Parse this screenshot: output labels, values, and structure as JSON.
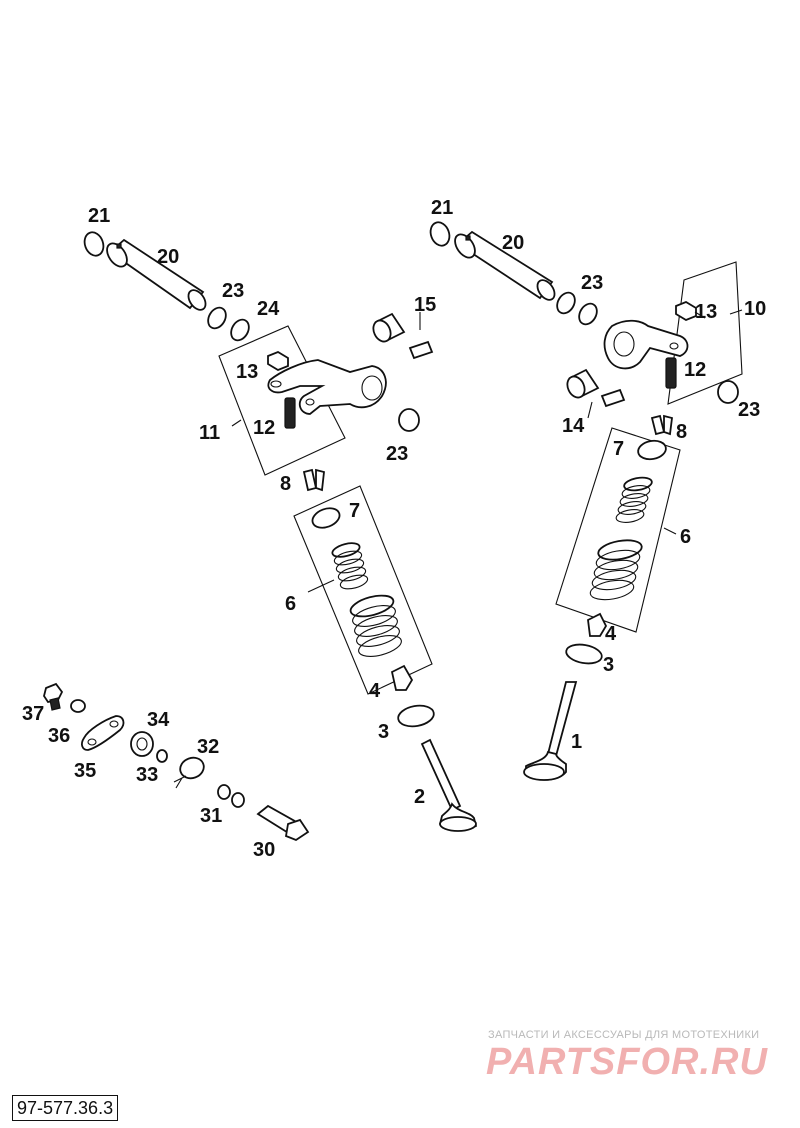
{
  "diagram": {
    "reference_code": "97-577.36.3",
    "watermark": {
      "subtitle": "ЗАПЧАСТИ И АКСЕССУАРЫ ДЛЯ МОТОТЕХНИКИ",
      "brand": "PARTSFOR.RU"
    },
    "callouts": [
      {
        "id": "c21a",
        "text": "21"
      },
      {
        "id": "c20a",
        "text": "20"
      },
      {
        "id": "c23a",
        "text": "23"
      },
      {
        "id": "c24a",
        "text": "24"
      },
      {
        "id": "c15a",
        "text": "15"
      },
      {
        "id": "c13a",
        "text": "13"
      },
      {
        "id": "c11a",
        "text": "11"
      },
      {
        "id": "c12a",
        "text": "12"
      },
      {
        "id": "c23b",
        "text": "23"
      },
      {
        "id": "c8a",
        "text": "8"
      },
      {
        "id": "c7a",
        "text": "7"
      },
      {
        "id": "c6a",
        "text": "6"
      },
      {
        "id": "c4a",
        "text": "4"
      },
      {
        "id": "c3a",
        "text": "3"
      },
      {
        "id": "c2a",
        "text": "2"
      },
      {
        "id": "c21b",
        "text": "21"
      },
      {
        "id": "c20b",
        "text": "20"
      },
      {
        "id": "c23c",
        "text": "23"
      },
      {
        "id": "c13b",
        "text": "13"
      },
      {
        "id": "c10a",
        "text": "10"
      },
      {
        "id": "c12b",
        "text": "12"
      },
      {
        "id": "c23d",
        "text": "23"
      },
      {
        "id": "c14a",
        "text": "14"
      },
      {
        "id": "c8b",
        "text": "8"
      },
      {
        "id": "c7b",
        "text": "7"
      },
      {
        "id": "c6b",
        "text": "6"
      },
      {
        "id": "c4b",
        "text": "4"
      },
      {
        "id": "c3b",
        "text": "3"
      },
      {
        "id": "c1a",
        "text": "1"
      },
      {
        "id": "c37a",
        "text": "37"
      },
      {
        "id": "c36a",
        "text": "36"
      },
      {
        "id": "c35a",
        "text": "35"
      },
      {
        "id": "c34a",
        "text": "34"
      },
      {
        "id": "c32a",
        "text": "32"
      },
      {
        "id": "c33a",
        "text": "33"
      },
      {
        "id": "c31a",
        "text": "31"
      },
      {
        "id": "c30a",
        "text": "30"
      }
    ]
  }
}
